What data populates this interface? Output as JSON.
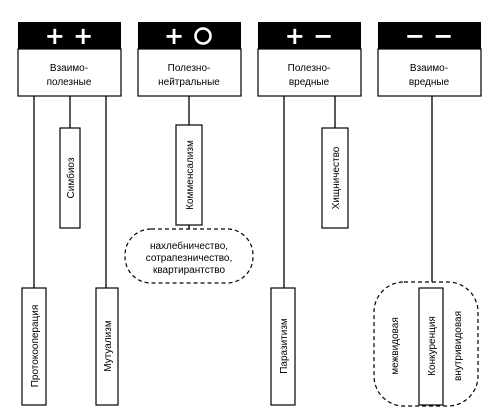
{
  "categories": [
    {
      "id": "mutual",
      "sign": "+ +",
      "name_line1": "Взаимо-",
      "name_line2": "полезные"
    },
    {
      "id": "neutral",
      "sign": "+ o",
      "name_line1": "Полезно-",
      "name_line2": "нейтральные"
    },
    {
      "id": "harmful",
      "sign": "+ −",
      "name_line1": "Полезно-",
      "name_line2": "вредные"
    },
    {
      "id": "mutualharm",
      "sign": "− −",
      "name_line1": "Взаимо-",
      "name_line2": "вредные"
    }
  ],
  "relations": {
    "symbiosis": "Симбиоз",
    "protocooperation": "Протокооперация",
    "mutualism": "Мутуализм",
    "commensalism": "Комменсализм",
    "predation": "Хищничество",
    "parasitism": "Паразитизм",
    "competition": "Конкуренция",
    "interspecific": "межвидовая",
    "intraspecific": "внутривидовая"
  },
  "commensal_forms": {
    "line1": "нахлебничество,",
    "line2": "сотрапезничество,",
    "line3": "квартирантство"
  }
}
